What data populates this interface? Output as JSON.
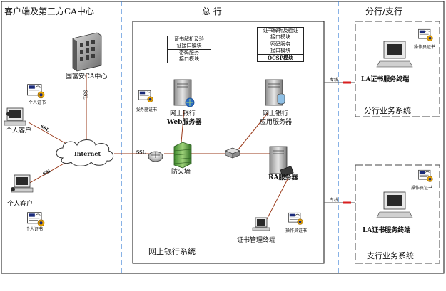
{
  "zones": {
    "client_ca": "客户端及第三方CA中心",
    "headquarters": "总    行",
    "branch": "分行/支行"
  },
  "headquarters_box": {
    "system_label": "网上银行系统",
    "module_box_1": {
      "rows": [
        "证书解析及验",
        "证接口模块",
        "密码服务",
        "接口模块"
      ]
    },
    "module_box_2": {
      "rows": [
        "证书解析及验证",
        "接口模块",
        "密码服务",
        "接口模块",
        "OCSP模块"
      ]
    }
  },
  "nodes": {
    "ca_center": "国富安CA中心",
    "personal_cert_1": "个人证书",
    "personal_customer_1": "个人客户",
    "personal_customer_2": "个人客户",
    "personal_cert_2": "个人证书",
    "internet": "Internet",
    "server_cert": "服务器证书",
    "web_server_line1": "网上银行",
    "web_server_line2": "Web服务器",
    "app_server_line1": "网上银行",
    "app_server_line2": "应用服务器",
    "firewall": "防火墙",
    "ra_server": "RA服务器",
    "cert_mgmt_terminal": "证书管理终端",
    "operator_cert_hq": "操作员证书"
  },
  "links": {
    "ssl_ca": "SSL",
    "ssl_customer_1": "SSL",
    "ssl_customer_2": "SSL",
    "ssl_firewall": "SSL",
    "leased_line_1": "专线",
    "leased_line_2": "专线"
  },
  "branch_systems": [
    {
      "system_label": "分行业务系统",
      "terminal_label": "LA证书服务终端",
      "operator_cert": "操作员证书"
    },
    {
      "system_label": "支行业务系统",
      "terminal_label": "LA证书服务终端",
      "operator_cert": "操作员证书"
    }
  ],
  "colors": {
    "zone_divider": "#3a7fd5",
    "link_line": "#9a3a1a",
    "leased_line": "#d81e1e",
    "cert_icon_dark": "#1a2a7a",
    "cert_seal": "#e8a400"
  }
}
